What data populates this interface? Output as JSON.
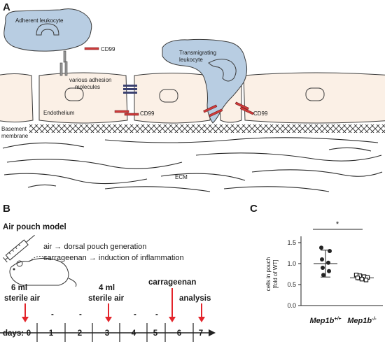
{
  "panel_a": {
    "letter": "A",
    "adherent": "Adherent leukocyte",
    "cd99_1": "CD99",
    "transmigrating_line1": "Transmigrating",
    "transmigrating_line2": "leukocyte",
    "adhesion_line1": "various adhesion",
    "adhesion_line2": "molecules",
    "endothelium": "Endothelium",
    "cd99_2": "CD99",
    "cd99_3": "CD99",
    "basement_line1": "Basement",
    "basement_line2": "membrane",
    "ecm": "ECM"
  },
  "panel_b": {
    "letter": "B",
    "title": "Air pouch model",
    "air_line": "air → dorsal pouch generation",
    "carr_line": "carrageenan → induction of inflammation",
    "event_0_line1": "6 ml",
    "event_0_line2": "sterile air",
    "event_3_line1": "4 ml",
    "event_3_line2": "sterile air",
    "event_6": "carrageenan",
    "event_7": "analysis",
    "days_label": "days:",
    "days": [
      "0",
      "1",
      "2",
      "3",
      "4",
      "5",
      "6",
      "7"
    ],
    "dash": "-"
  },
  "panel_c": {
    "letter": "C",
    "significance": "*",
    "ylabel_line1": "cells in pouch",
    "ylabel_line2": "[fold of WT]",
    "ytick_labels": [
      "0.0",
      "0.5",
      "1.0",
      "1.5"
    ]
  },
  "chart_data": {
    "type": "scatter",
    "ylim": [
      0,
      1.6
    ],
    "yticks": [
      0,
      0.5,
      1.0,
      1.5
    ],
    "xlabel": "",
    "ylabel": "cells in pouch [fold of WT]",
    "categories": [
      {
        "base": "Mep1b",
        "sup": "+/+"
      },
      {
        "base": "Mep1b",
        "sup": "-/-"
      }
    ],
    "series": [
      {
        "values": [
          1.38,
          1.3,
          1.1,
          1.02,
          0.9,
          0.82,
          0.73
        ],
        "mean": 1.0,
        "sd_low": 0.68,
        "sd_high": 1.32,
        "marker": "circle"
      },
      {
        "values": [
          0.73,
          0.71,
          0.69,
          0.67,
          0.66,
          0.63,
          0.61
        ],
        "mean": 0.66,
        "sd_low": 0.61,
        "sd_high": 0.72,
        "marker": "square"
      }
    ],
    "significance_label": "*"
  },
  "colors": {
    "cell_fill": "#b8cde2",
    "cell_stroke": "#3c3c3c",
    "endo_fill": "#fbf0e6",
    "cd99": "#d03a3a",
    "adhesion": "#3b4170",
    "arrow": "#e3242b"
  }
}
